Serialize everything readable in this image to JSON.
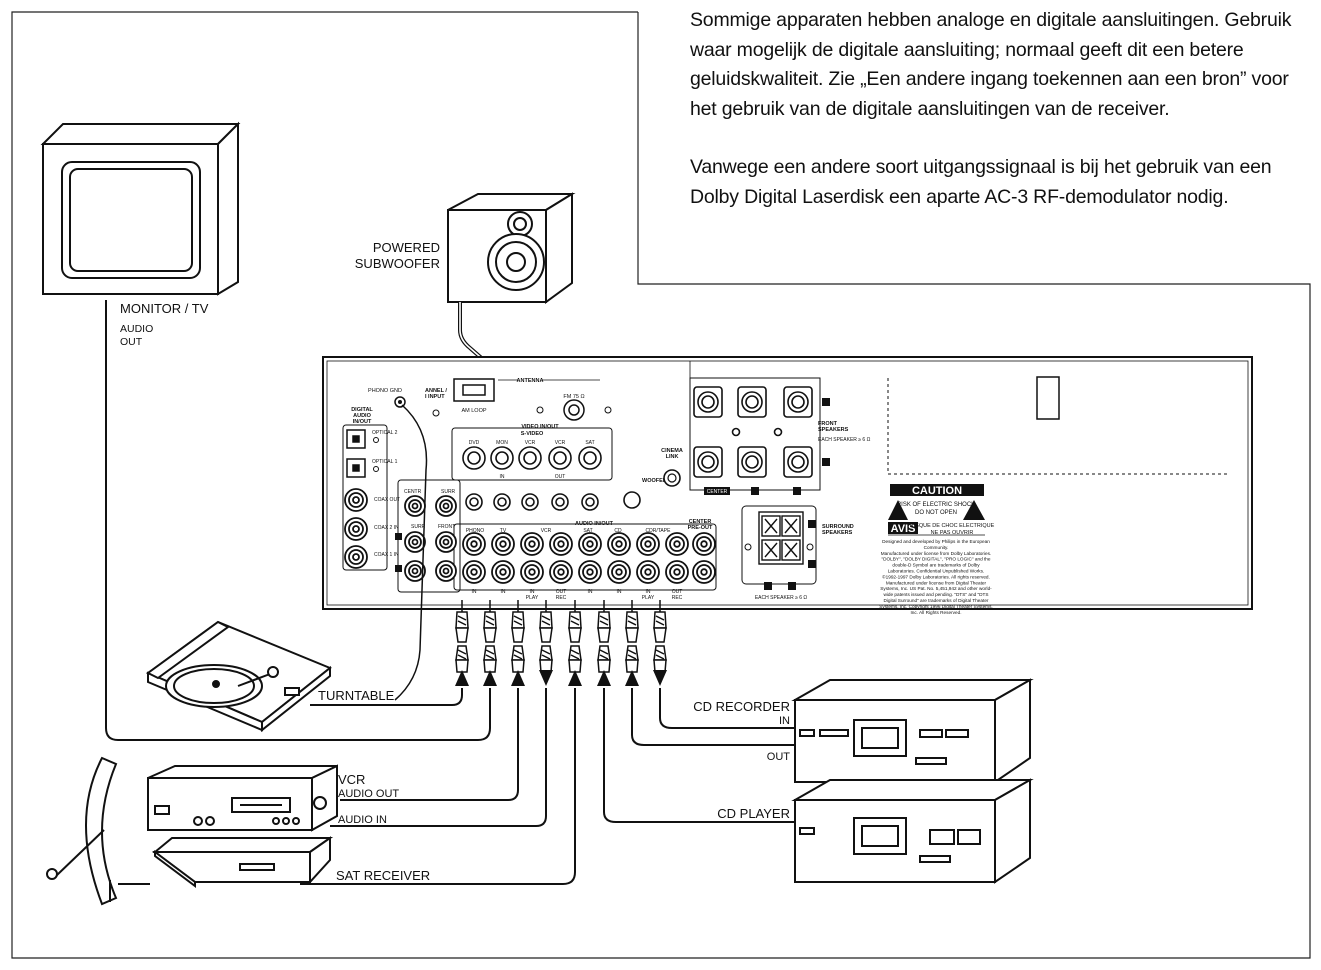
{
  "intro": {
    "paragraph1": "Sommige apparaten hebben analoge en digitale aansluitingen. Gebruik waar mogelijk de digitale aansluiting; normaal geeft dit een betere geluidskwaliteit. Zie „Een andere ingang toekennen aan een bron” voor het gebruik van de digitale aansluitingen van de receiver.",
    "paragraph2": "Vanwege een andere soort uitgangssignaal is bij het gebruik van een Dolby Digital Laserdisk een aparte AC-3 RF-demodulator nodig."
  },
  "devices": {
    "monitor": "MONITOR / TV",
    "monitor_audio": "AUDIO",
    "monitor_out": "OUT",
    "subwoofer_1": "POWERED",
    "subwoofer_2": "SUBWOOFER",
    "turntable": "TURNTABLE",
    "vcr": "VCR",
    "vcr_audio_out": "AUDIO OUT",
    "vcr_audio_in": "AUDIO IN",
    "sat_receiver": "SAT RECEIVER",
    "cd_recorder": "CD RECORDER",
    "cd_recorder_in": "IN",
    "cd_recorder_out": "OUT",
    "cd_player": "CD PLAYER"
  },
  "panel": {
    "phono_gnd": "PHONO GND",
    "antenna": "ANTENNA",
    "am_loop": "AM LOOP",
    "fm": "FM 75 Ω",
    "digital_audio": [
      "DIGITAL",
      "AUDIO",
      "IN/OUT"
    ],
    "optical2": "OPTICAL 2",
    "optical1": "OPTICAL 1",
    "coax_out": "COAX OUT",
    "coax2": "COAX 2 IN",
    "coax1": "COAX 1 IN",
    "channel_input": [
      "ANNEL /",
      "I INPUT"
    ],
    "video_inout": "VIDEO IN/OUT",
    "svideo": "S-VIDEO",
    "video_labels": [
      "DVD",
      "MON",
      "VCR",
      "VCR",
      "SAT"
    ],
    "cinema_link": [
      "CINEMA",
      "LINK"
    ],
    "subwoofer_out": "WOOFER",
    "in": "IN",
    "out": "OUT",
    "front_speakers": [
      "FRONT",
      "SPEAKERS"
    ],
    "each_speaker": "EACH SPEAKER ≥ 6 Ω",
    "center": "CENTER",
    "surround_speakers": [
      "SURROUND",
      "SPEAKERS"
    ],
    "audio_inout": "AUDIO IN/OUT",
    "audio_labels": [
      "PHONO",
      "TV",
      "VCR",
      "SAT",
      "CD",
      "CDR/TAPE"
    ],
    "center_preout": [
      "CENTER",
      "PRE-OUT"
    ],
    "front": "FRONT",
    "surr": "SURR",
    "centr": "CENTR",
    "bottom_labels": [
      "IN",
      "IN",
      "IN PLAY",
      "OUT REC",
      "IN",
      "IN",
      "IN PLAY",
      "OUT REC"
    ],
    "caution": "CAUTION",
    "caution_text": [
      "RISK OF ELECTRIC SHOCK",
      "DO NOT OPEN"
    ],
    "avis": "AVIS",
    "avis_text": [
      "RISQUE DE CHOC ELECTRIQUE",
      "NE PAS OUVRIR"
    ],
    "legal": [
      "Designed and developed by Philips in the European",
      "Community.",
      "Manufactured under license from Dolby Laboratories.",
      "\"DOLBY\", \"DOLBY DIGITAL\", \"PRO LOGIC\" and the",
      "double-D Symbol are trademarks of Dolby",
      "Laboratories. Confidential Unpublished Works.",
      "©1992-1997 Dolby Laboratories. All rights reserved.",
      "Manufactured under license from Digital Theater",
      "Systems, Inc. US Pat. No. 5,451,942 and other world-",
      "wide patents issued and pending. \"DTS\" and \"DTS",
      "Digital Surround\" are trademarks of Digital Theater",
      "Systems, Inc. Copyright 1996 Digital Theater Systems,",
      "Inc. All Rights Reserved."
    ]
  }
}
